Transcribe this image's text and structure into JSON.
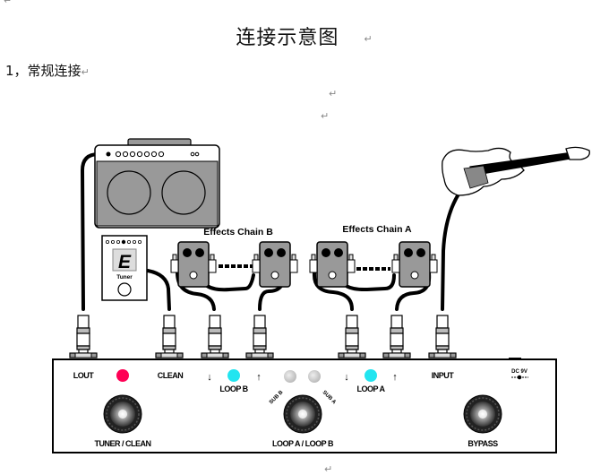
{
  "document": {
    "title": "连接示意图",
    "section_heading": "1，常规连接",
    "paragraph_mark": "↵"
  },
  "diagram": {
    "devices": {
      "amplifier": "amplifier",
      "tuner": {
        "display_char": "E",
        "label": "Tuner"
      },
      "guitar": "electric-guitar"
    },
    "effects_chains": [
      {
        "label": "Effects Chain B"
      },
      {
        "label": "Effects Chain A"
      }
    ],
    "switcher": {
      "jacks": [
        "LOUT",
        "CLEAN",
        "LOOP B SEND",
        "LOOP B RETURN",
        "LOOP A SEND",
        "LOOP A RETURN",
        "INPUT"
      ],
      "labels": {
        "lout": "LOUT",
        "clean": "CLEAN",
        "loop_b": "LOOP B",
        "loop_a": "LOOP A",
        "input": "INPUT",
        "dc": "DC 9V",
        "sub_b": "SUB B",
        "sub_a": "SUB A",
        "footswitch_1": "TUNER / CLEAN",
        "footswitch_2": "LOOP A / LOOP B",
        "footswitch_3": "BYPASS"
      },
      "leds": {
        "tuner_clean": "#ff0055",
        "loop_b": "#22e5f0",
        "sub_b": "#cccccc",
        "sub_a": "#cccccc",
        "loop_a": "#22e5f0"
      }
    }
  }
}
